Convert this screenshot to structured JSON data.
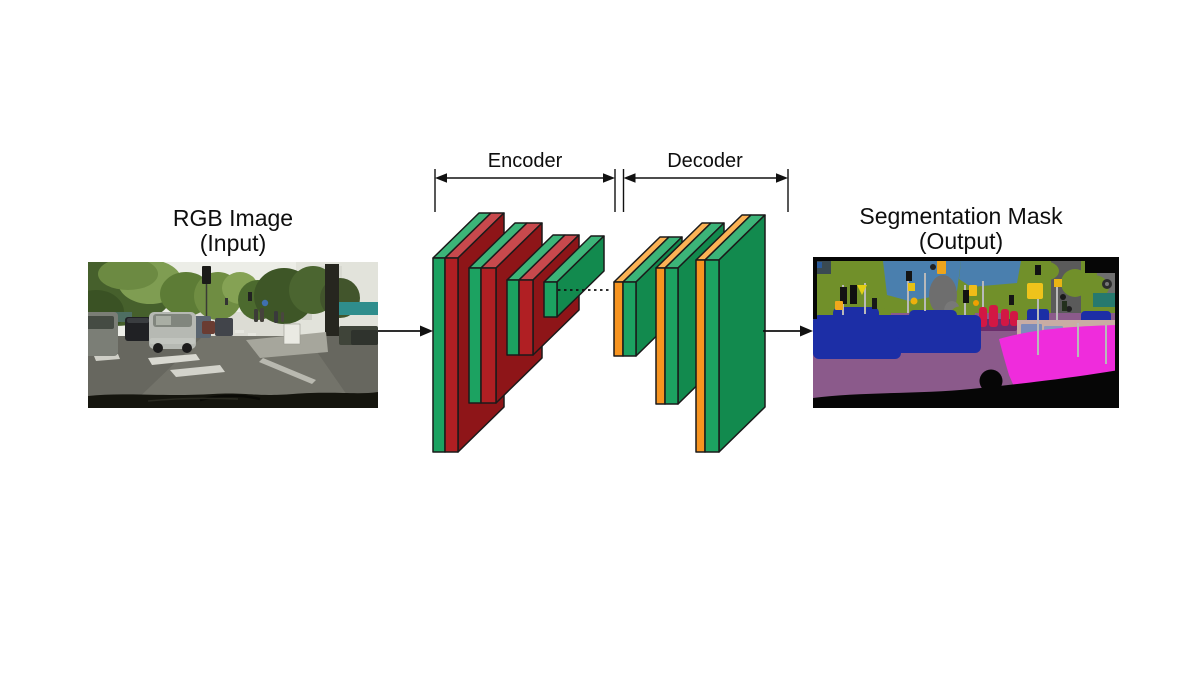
{
  "figure": {
    "input_label": {
      "line1": "RGB Image",
      "line2": "(Input)"
    },
    "output_label": {
      "line1": "Segmentation Mask",
      "line2": "(Output)"
    },
    "encoder_label": "Encoder",
    "decoder_label": "Decoder"
  },
  "palette": {
    "background": "#ffffff",
    "outline": "#1a1a1a",
    "enc_green_front": "#1ca261",
    "enc_green_top": "#3cb478",
    "enc_green_side": "#128a4e",
    "enc_red_front": "#b01f23",
    "enc_red_top": "#c8494d",
    "enc_red_side": "#8e1518",
    "dec_orange_front": "#f79420",
    "dec_orange_top": "#fbb255",
    "dec_orange_side": "#c06a10",
    "mask_road": "#8b5a8b",
    "mask_sidewalk": "#ef2cdc",
    "mask_car": "#1c2ea6",
    "mask_vegetation": "#71902a",
    "mask_sky": "#4a7fae",
    "mask_person": "#d21744",
    "mask_building_grey": "#5a5a5a",
    "mask_wall_tan": "#c9aca4",
    "mask_fence_slate": "#7c8cba",
    "mask_teal": "#26796e",
    "mask_sign_yellow": "#eec31b"
  }
}
